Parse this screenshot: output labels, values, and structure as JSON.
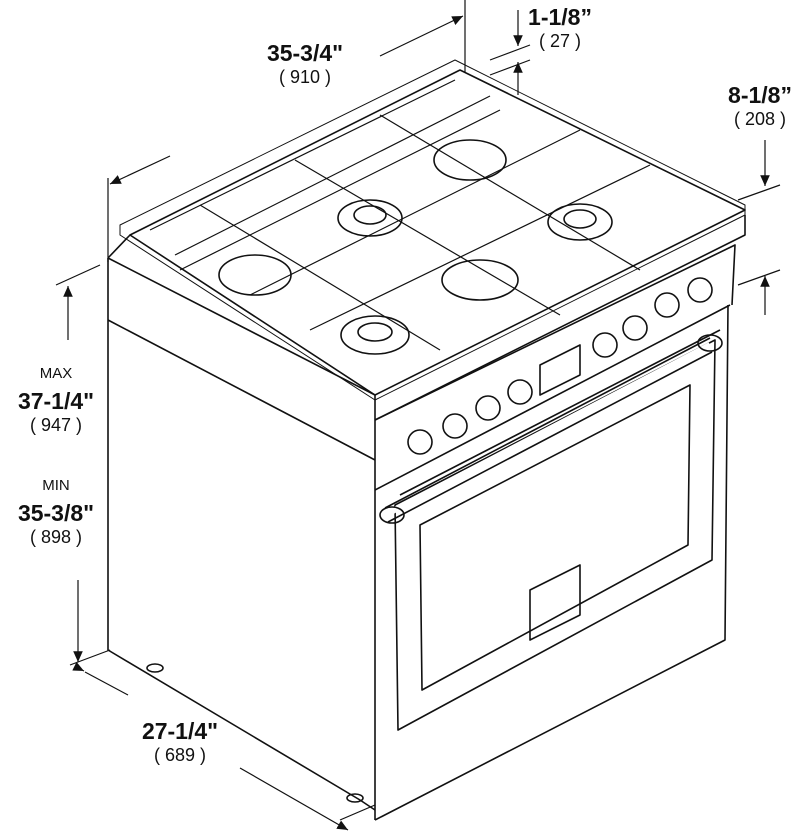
{
  "dimensions": {
    "width": {
      "imperial": "35-3/4\"",
      "metric": "( 910 )"
    },
    "grate_height": {
      "imperial": "1-1/8”",
      "metric": "( 27 )"
    },
    "backguard_height": {
      "imperial": "8-1/8”",
      "metric": "( 208 )"
    },
    "height_max": {
      "caption": "MAX",
      "imperial": "37-1/4\"",
      "metric": "( 947 )"
    },
    "height_min": {
      "caption": "MIN",
      "imperial": "35-3/8\"",
      "metric": "( 898 )"
    },
    "depth": {
      "imperial": "27-1/4\"",
      "metric": "( 689 )"
    }
  },
  "colors": {
    "line": "#111111",
    "background": "#ffffff"
  }
}
